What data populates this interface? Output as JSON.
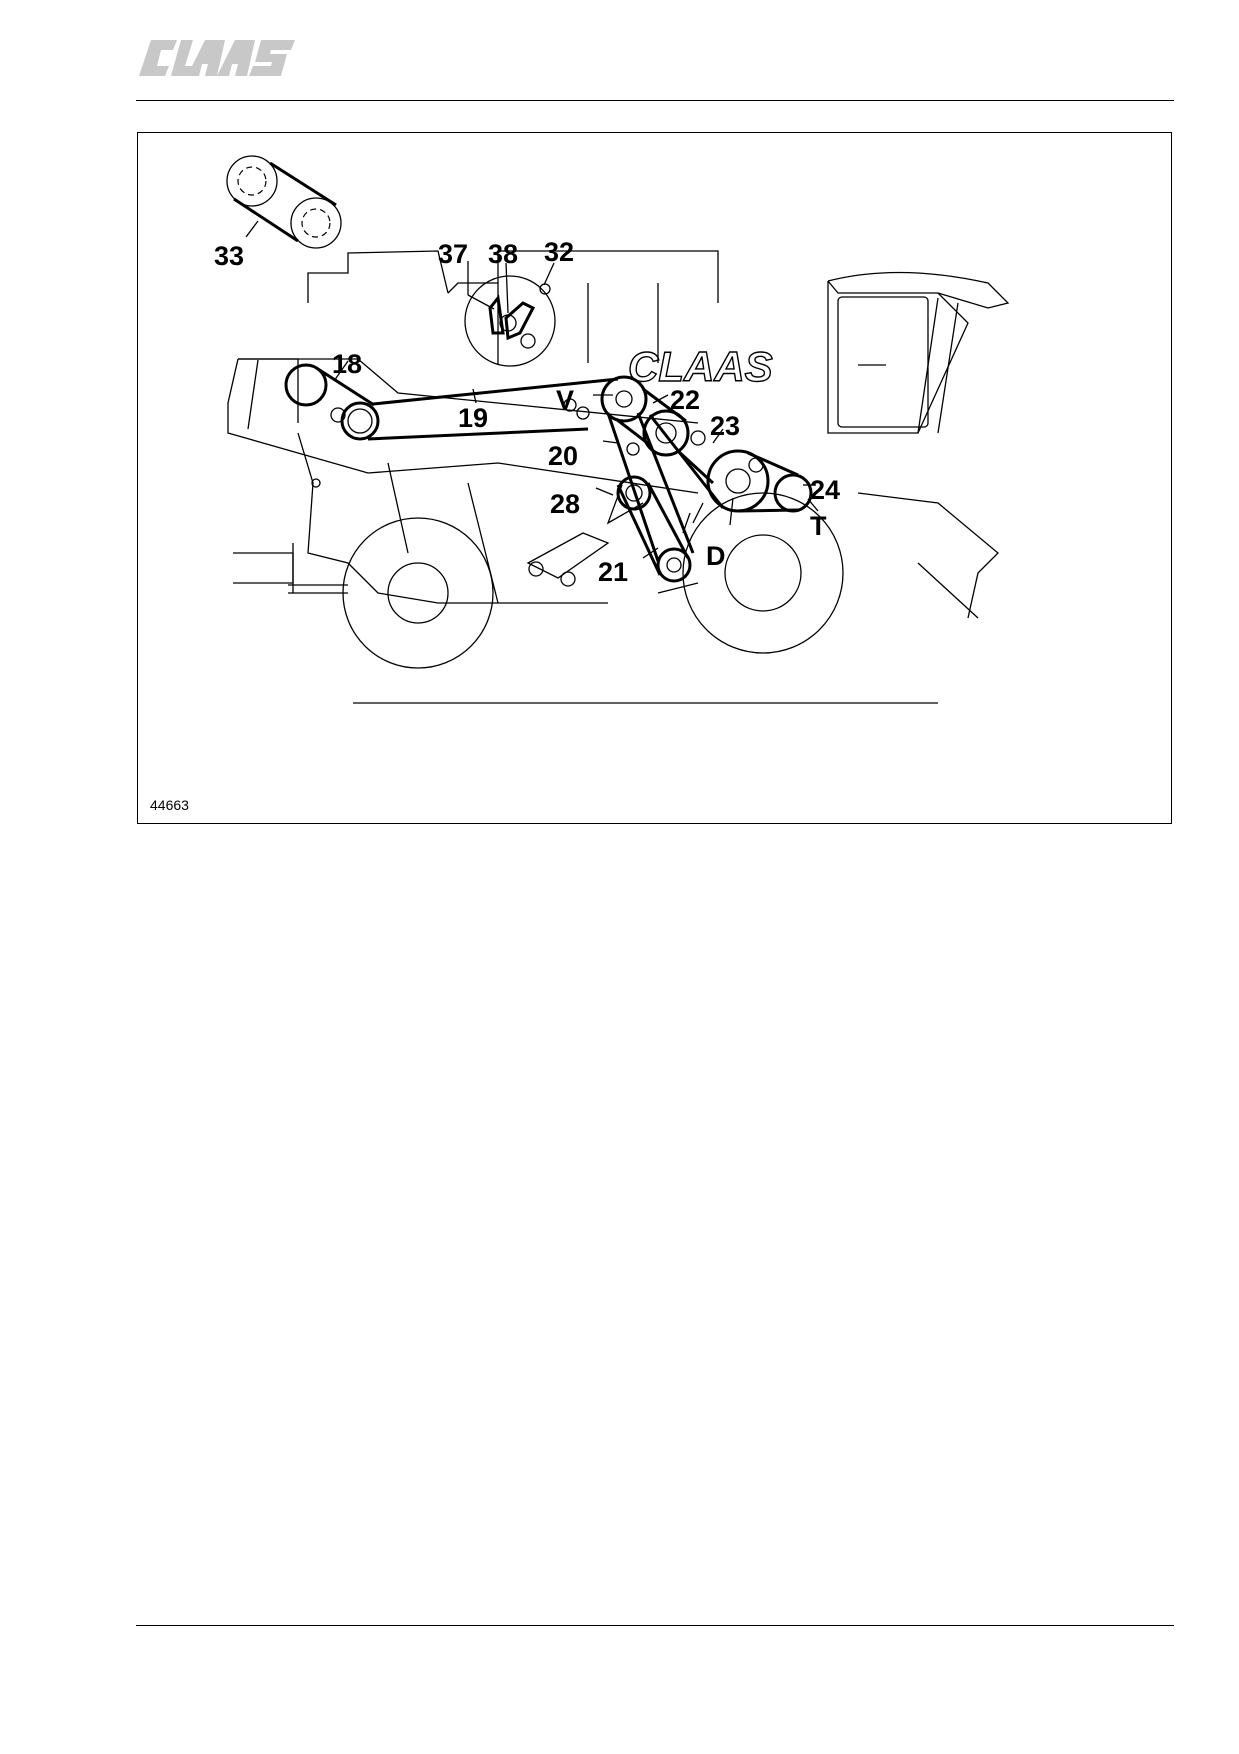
{
  "header": {
    "logo_text": "CLAAS"
  },
  "figure": {
    "number": "44663",
    "truck_logo_text": "CLAAS",
    "callouts": {
      "c33": "33",
      "c37": "37",
      "c38": "38",
      "c32": "32",
      "c18": "18",
      "c19": "19",
      "cV": "V",
      "c22": "22",
      "c23": "23",
      "c20": "20",
      "c24": "24",
      "c28": "28",
      "cT": "T",
      "cD": "D",
      "c21": "21"
    }
  }
}
